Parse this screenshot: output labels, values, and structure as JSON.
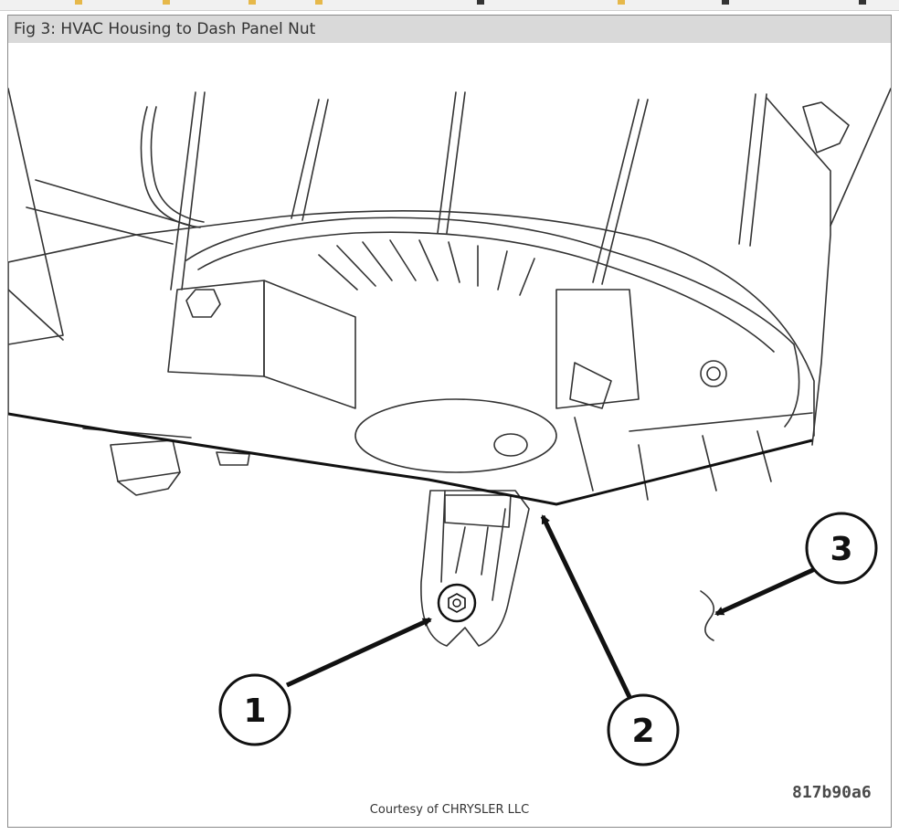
{
  "figure": {
    "caption": "Fig 3: HVAC Housing to Dash Panel Nut",
    "credit": "Courtesy of CHRYSLER LLC",
    "image_code": "817b90a6",
    "callouts": [
      {
        "label": "1"
      },
      {
        "label": "2"
      },
      {
        "label": "3"
      }
    ]
  }
}
